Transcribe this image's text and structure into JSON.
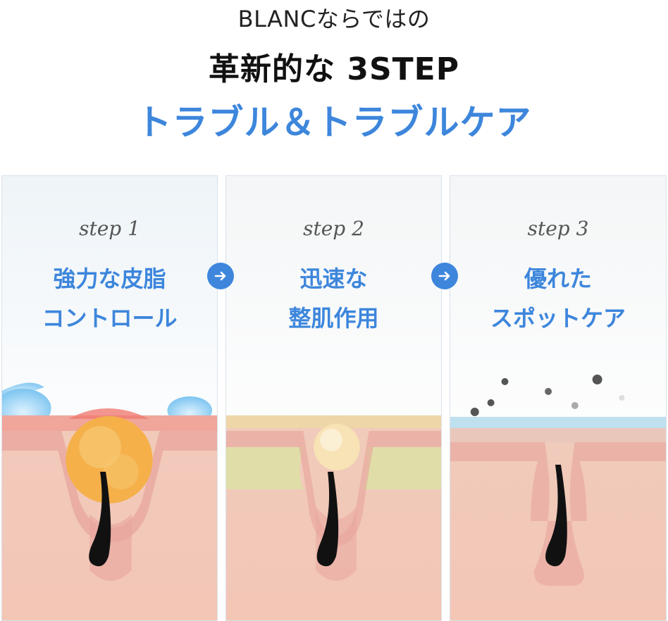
{
  "header": {
    "line1": "BLANCならではの",
    "line2": "革新的な 3STEP",
    "line3": "トラブル＆トラブルケア"
  },
  "steps": [
    {
      "label": "step 1",
      "title_line1": "強力な皮脂",
      "title_line2": "コントロール"
    },
    {
      "label": "step 2",
      "title_line1": "迅速な",
      "title_line2": "整肌作用"
    },
    {
      "label": "step 3",
      "title_line1": "優れた",
      "title_line2": "スポットケア"
    }
  ],
  "icons": {
    "next": "arrow-right-circle-icon"
  },
  "colors": {
    "accent": "#3d86dc",
    "skin": "#f2c2b0",
    "sebum": "#f5b04a"
  }
}
